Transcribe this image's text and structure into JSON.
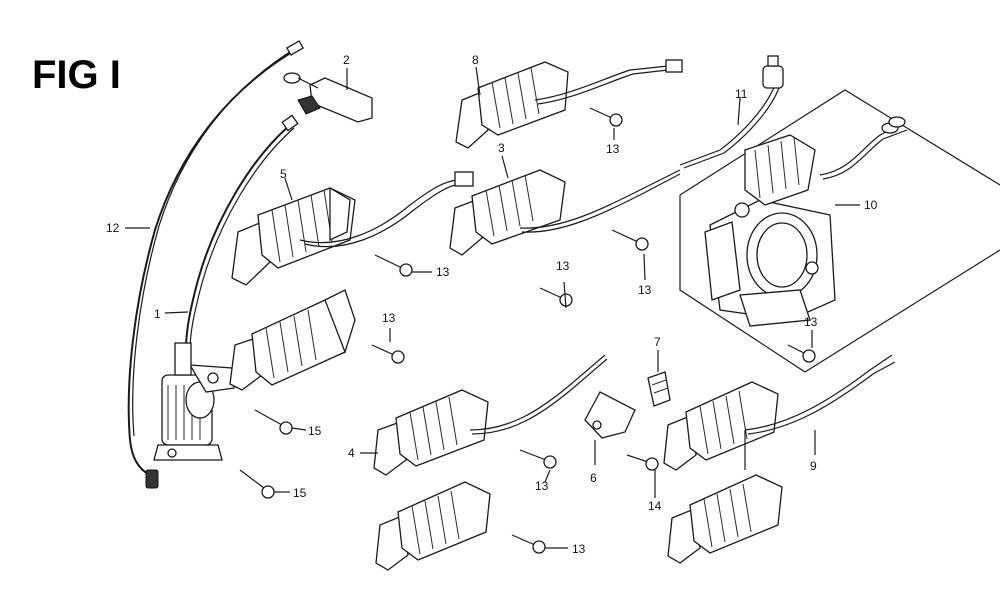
{
  "figure": {
    "title": "FIG I"
  },
  "callouts": {
    "c1": "1",
    "c2": "2",
    "c3": "3",
    "c4": "4",
    "c5": "5",
    "c6": "6",
    "c7": "7",
    "c8": "8",
    "c9": "9",
    "c10": "10",
    "c11": "11",
    "c12": "12",
    "c13_a": "13",
    "c13_b": "13",
    "c13_c": "13",
    "c13_d": "13",
    "c13_e": "13",
    "c13_f": "13",
    "c13_g": "13",
    "c13_h": "13",
    "c14": "14",
    "c15_a": "15",
    "c15_b": "15"
  }
}
